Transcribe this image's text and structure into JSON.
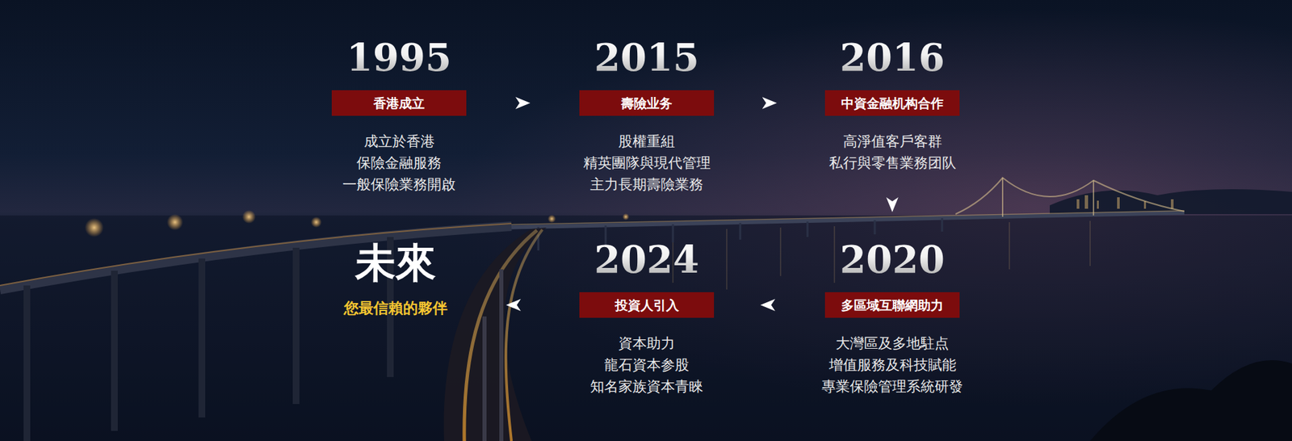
{
  "diagram": {
    "nodes": [
      {
        "text": [
          "1995",
          "香港成立",
          "成立於香港 保險金融服務 一般保險業務開啟"
        ]
      },
      {
        "text": [
          "2015",
          "壽險业务",
          "股權重組 精英團隊與現代管理 主力長期壽險業務"
        ]
      },
      {
        "text": [
          "2016",
          "中資金融机构合作",
          "高淨值客戶客群 私行與零售業務团队"
        ]
      },
      {
        "text": [
          "2020",
          "多區域互聯網助力",
          "大灣區及多地駐点 增值服務及科技賦能 專業保險管理系統研發"
        ]
      },
      {
        "text": [
          "2024",
          "投資人引入",
          "資本助力 龍石資本参股 知名家族資本青睞"
        ]
      },
      {
        "text": [
          "未來",
          "您最信賴的夥伴"
        ]
      }
    ],
    "edges": [
      {
        "from": 0,
        "to": 1,
        "arrow": "to"
      },
      {
        "from": 1,
        "to": 2,
        "arrow": "to"
      },
      {
        "from": 2,
        "to": 3,
        "arrow": "to"
      },
      {
        "from": 3,
        "to": 4,
        "arrow": "to"
      },
      {
        "from": 4,
        "to": 5,
        "arrow": "to"
      }
    ]
  }
}
